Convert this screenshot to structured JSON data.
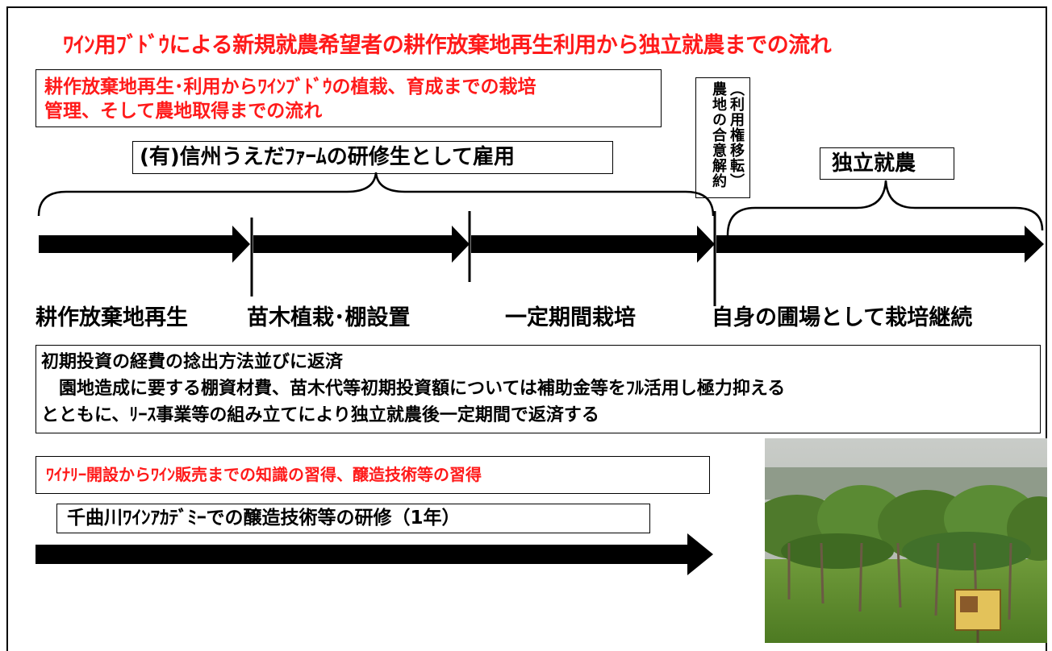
{
  "title": "ﾜｲﾝ用ﾌﾞﾄﾞｳによる新規就農希望者の耕作放棄地再生利用から独立就農までの流れ",
  "flow_box": {
    "line1": "耕作放棄地再生･利用からﾜｲﾝﾌﾞﾄﾞｳの植栽、育成までの栽培",
    "line2": "管理、そして農地取得までの流れ"
  },
  "trainee_label": "(有)信州うえだﾌｧｰﾑの研修生として雇用",
  "land_transfer_label": "（利用権移転）農地の合意解約",
  "independent_label": "独立就農",
  "stages": [
    "耕作放棄地再生",
    "苗木植栽･棚設置",
    "一定期間栽培",
    "自身の圃場として栽培継続"
  ],
  "investment": {
    "heading": "初期投資の経費の捻出方法並びに返済",
    "line1": "　園地造成に要する棚資材費、苗木代等初期投資額については補助金等をﾌﾙ活用し極力抑える",
    "line2": "とともに、ﾘｰｽ事業等の組み立てにより独立就農後一定期間で返済する"
  },
  "winery_label": "ﾜｲﾅﾘｰ開設からﾜｲﾝ販売までの知識の習得、醸造技術等の習得",
  "academy_label": "千曲川ﾜｲﾝｱｶﾃﾞﾐｰでの醸造技術等の研修（1年）",
  "photo": {
    "subject": "vineyard-photo"
  },
  "colors": {
    "accent_red": "#ff1a1a",
    "arrow": "#000000"
  }
}
